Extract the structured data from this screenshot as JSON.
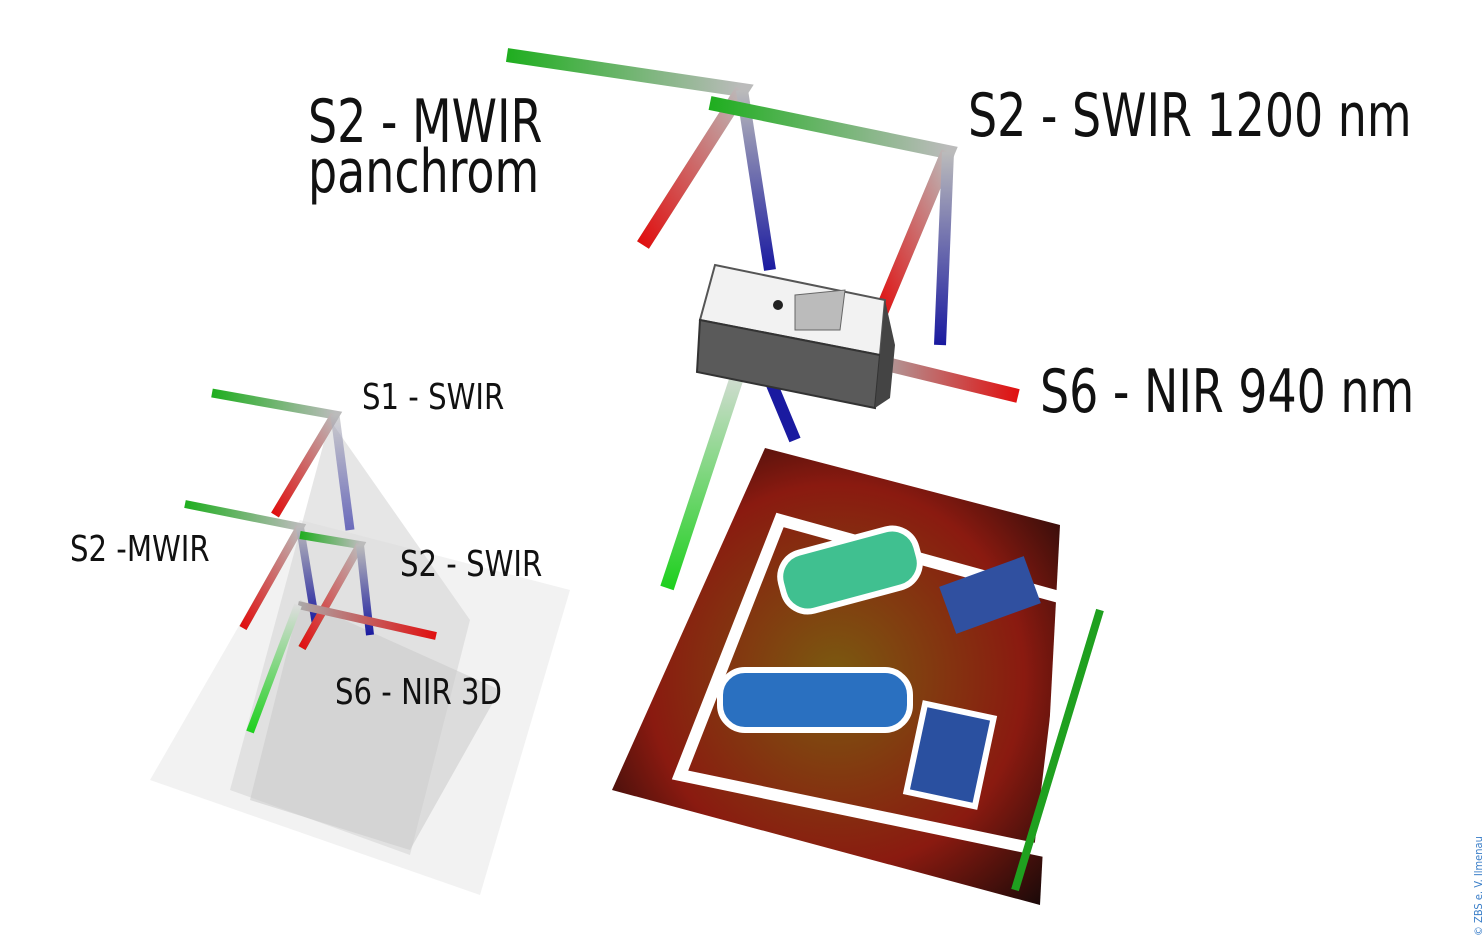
{
  "labels": {
    "s2_mwir": "S2 - MWIR",
    "s2_mwir_sub": "panchrom",
    "s2_swir": "S2 - SWIR 1200 nm",
    "s6_nir": "S6 - NIR 940 nm",
    "s1_swir_small": "S1 - SWIR",
    "s2_mwir_small": "S2 -MWIR",
    "s2_swir_small": "S2 - SWIR",
    "s6_nir_small": "S6 - NIR 3D"
  },
  "copyright": "© ZBS e. V. Ilmenau",
  "colors": {
    "x_axis": "#e02020",
    "y_axis": "#30c030",
    "z_axis": "#2020a0"
  }
}
